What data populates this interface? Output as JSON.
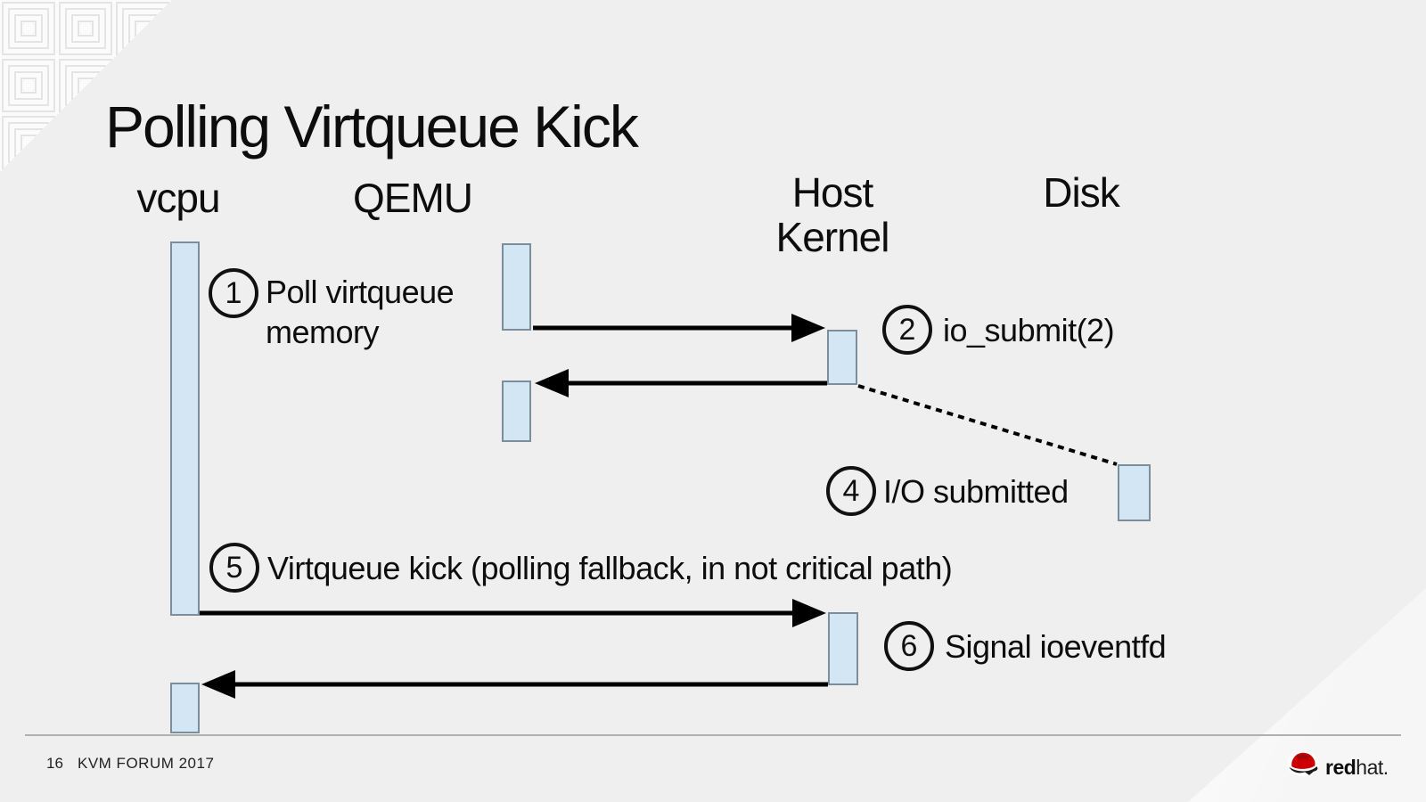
{
  "slide": {
    "title": "Polling Virtqueue Kick"
  },
  "lanes": [
    {
      "id": "vcpu",
      "label": "vcpu"
    },
    {
      "id": "qemu",
      "label": "QEMU"
    },
    {
      "id": "host-kernel",
      "label": "Host\nKernel"
    },
    {
      "id": "disk",
      "label": "Disk"
    }
  ],
  "steps": [
    {
      "num": "1",
      "label": "Poll virtqueue\nmemory"
    },
    {
      "num": "2",
      "label": "io_submit(2)"
    },
    {
      "num": "4",
      "label": "I/O submitted"
    },
    {
      "num": "5",
      "label": "Virtqueue kick (polling fallback, in not critical path)"
    },
    {
      "num": "6",
      "label": "Signal ioeventfd"
    }
  ],
  "arrows": [
    {
      "name": "qemu-to-host-kernel",
      "style": "solid"
    },
    {
      "name": "host-kernel-to-qemu",
      "style": "solid"
    },
    {
      "name": "host-kernel-to-disk",
      "style": "dashed"
    },
    {
      "name": "vcpu-to-host-kernel",
      "style": "solid"
    },
    {
      "name": "host-kernel-to-vcpu",
      "style": "solid"
    }
  ],
  "footer": {
    "page_number": "16",
    "event": "KVM FORUM 2017",
    "brand_bold": "red",
    "brand_rest": "hat."
  },
  "colors": {
    "background": "#efefef",
    "bar_fill": "#d3e6f4",
    "bar_border": "#7d8e9b",
    "arrow": "#000000",
    "redhat_red": "#cc0000"
  }
}
